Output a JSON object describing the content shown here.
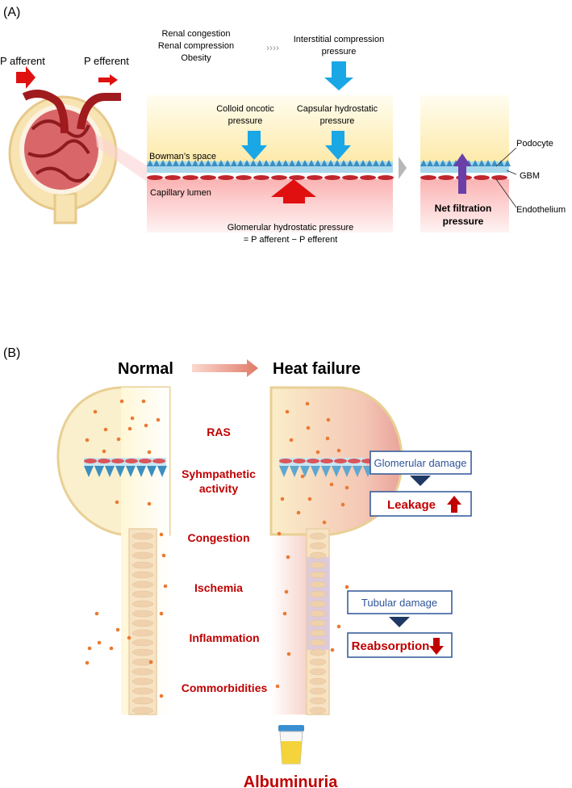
{
  "panel_a": {
    "label": "(A)",
    "p_afferent": "P afferent",
    "p_efferent": "P efferent",
    "causes": [
      "Renal congestion",
      "Renal compression",
      "Obesity"
    ],
    "interstitial": [
      "Interstitial compression",
      "pressure"
    ],
    "colloid": [
      "Colloid oncotic",
      "pressure"
    ],
    "capsular": [
      "Capsular hydrostatic",
      "pressure"
    ],
    "bowmans_space": "Bowman’s space",
    "capillary_lumen": "Capillary lumen",
    "glomerular_line1": "Glomerular hydrostatic pressure",
    "glomerular_line2": "= P afferent − P efferent",
    "net_filtration": [
      "Net filtration",
      "pressure"
    ],
    "podocyte": "Podocyte",
    "gbm": "GBM",
    "endothelium": "Endothelium"
  },
  "panel_b": {
    "label": "(B)",
    "normal": "Normal",
    "heart_failure": "Heat failure",
    "factors": [
      "RAS",
      "Syhmpathetic",
      "activity",
      "Congestion",
      "Ischemia",
      "Inflammation",
      "Commorbidities"
    ],
    "glomerular_damage": "Glomerular damage",
    "leakage": "Leakage",
    "tubular_damage": "Tubular damage",
    "reabsorption": "Reabsorption",
    "albuminuria": "Albuminuria"
  },
  "colors": {
    "red_text": "#c00000",
    "blue_arrow": "#1aa7e6",
    "red_arrow": "#e01010",
    "purple_arrow": "#6a3fa8",
    "box_border": "#2e5597",
    "box_text": "#2e5597",
    "dark_arrow": "#1f3864"
  }
}
